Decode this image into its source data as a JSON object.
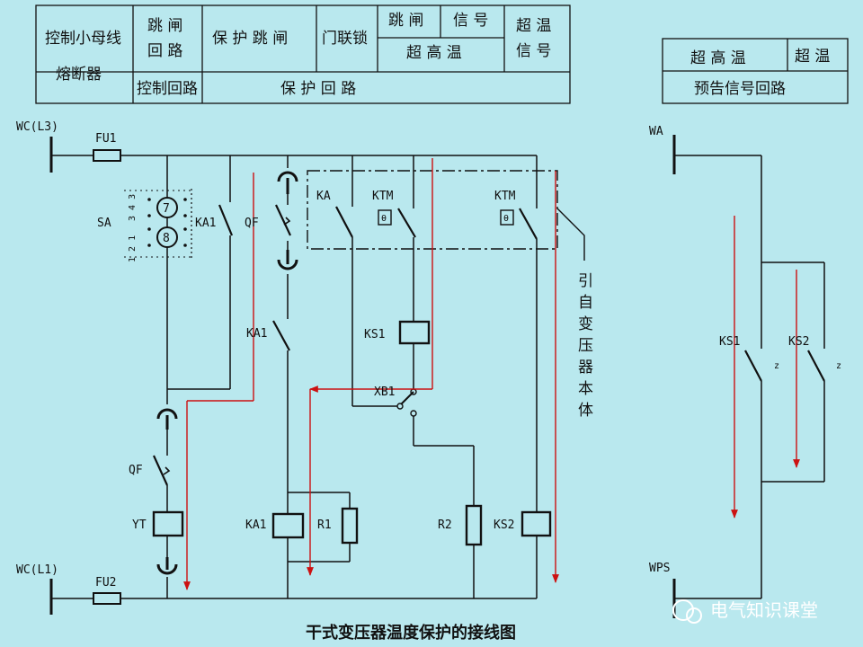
{
  "caption": "干式变压器温度保护的接线图",
  "watermark": "电气知识课堂",
  "left_table": {
    "fuse_line1": "控制小母线",
    "fuse_line2": "熔断器",
    "trip_circuit_line1": "跳 闸",
    "trip_circuit_line2": "回 路",
    "control_circuit": "控制回路",
    "protection_trip": "保 护 跳 闸",
    "door_interlock": "门联锁",
    "trip": "跳 闸",
    "signal": "信 号",
    "overtemp_high": "超 高 温",
    "overtemp_line1": "超 温",
    "overtemp_line2": "信 号",
    "protection_circuit": "保  护  回  路"
  },
  "right_table": {
    "overtemp_high": "超 高 温",
    "overtemp": "超 温",
    "warning_circuit": "预告信号回路"
  },
  "labels": {
    "wc_l3": "WC(L3)",
    "wc_l1": "WC(L1)",
    "fu1": "FU1",
    "fu2": "FU2",
    "sa": "SA",
    "sa_pos7": "7",
    "sa_pos8": "8",
    "sa_contacts_top": "3 4 3",
    "sa_contacts_bottom": "1 2 1",
    "ka1_a": "KA1",
    "qf_a": "QF",
    "ka": "KA",
    "ktm_a": "KTM",
    "ktm_b": "KTM",
    "ka1_b": "KA1",
    "ks1_coil": "KS1",
    "xb1": "XB1",
    "qf_b": "QF",
    "yt": "YT",
    "ka1_coil": "KA1",
    "r1": "R1",
    "r2": "R2",
    "ks2_coil": "KS2",
    "theta": "θ",
    "from_transformer": [
      "引",
      "自",
      "变",
      "压",
      "器",
      "本",
      "体"
    ],
    "wa": "WA",
    "wps": "WPS",
    "ks1_contact": "KS1",
    "ks2_contact": "KS2",
    "z": "z"
  },
  "colors": {
    "line": "#111111",
    "arrow": "#cc1111",
    "background": "#b9e8ee"
  }
}
